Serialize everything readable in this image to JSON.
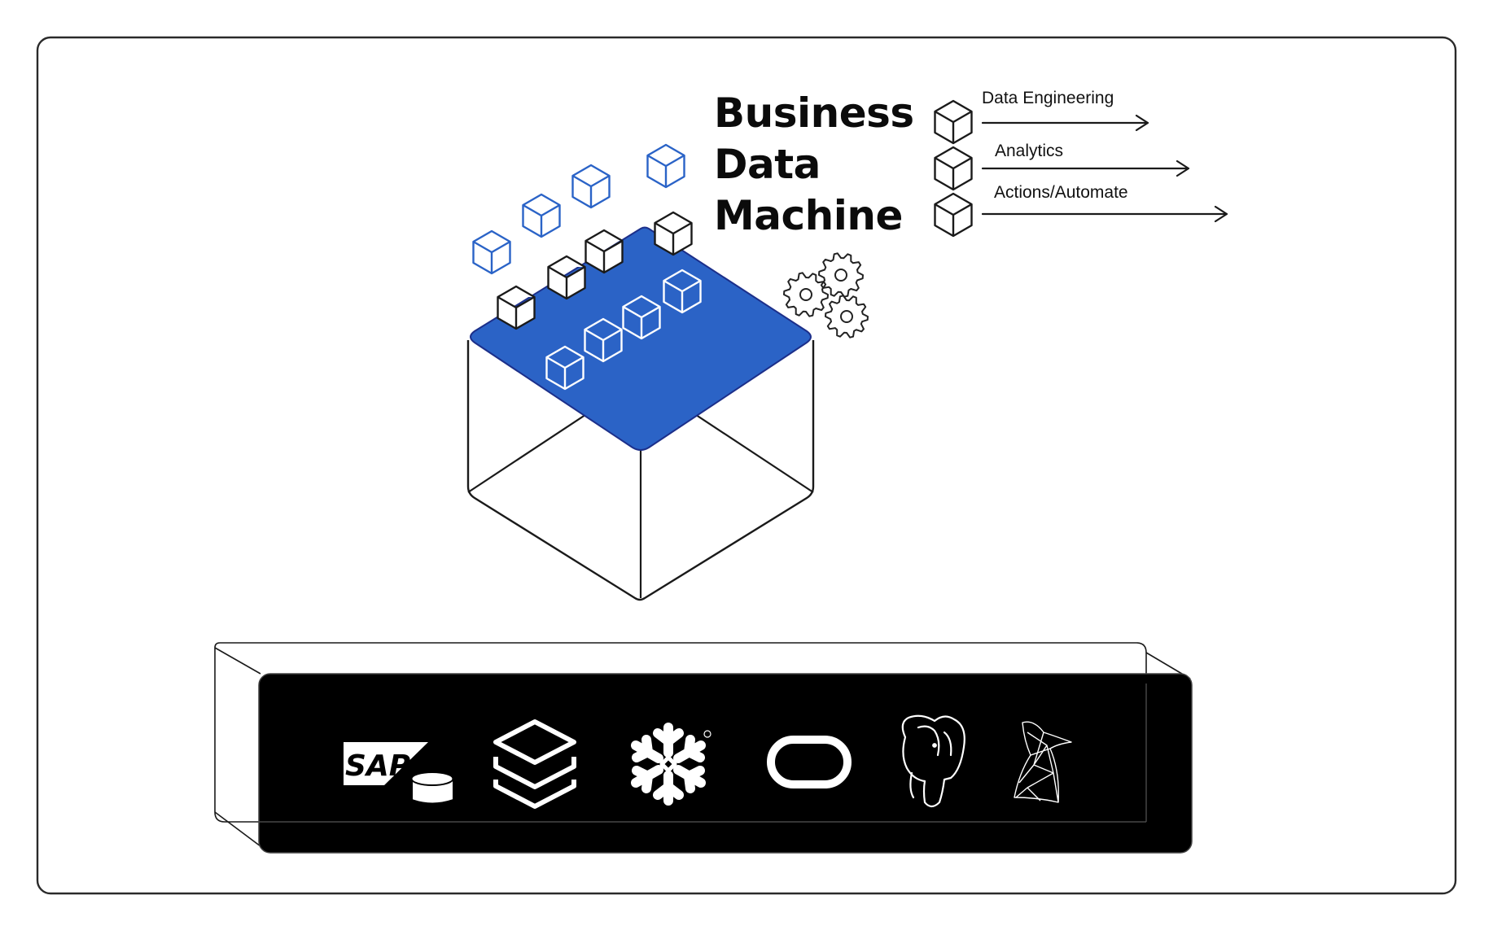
{
  "title": {
    "line1": "Business",
    "line2": "Data",
    "line3": "Machine"
  },
  "flows": [
    {
      "label": "Data Engineering"
    },
    {
      "label": "Analytics"
    },
    {
      "label": "Actions/Automate"
    }
  ],
  "colors": {
    "accent": "#2b63c6",
    "sources_bar": "#000000",
    "frame": "#2a2a2a"
  },
  "sources": {
    "sap_text": "SAP",
    "icons": [
      "sap-db-icon",
      "databricks-icon",
      "snowflake-icon",
      "oracle-icon",
      "postgresql-icon",
      "sql-server-icon"
    ]
  }
}
